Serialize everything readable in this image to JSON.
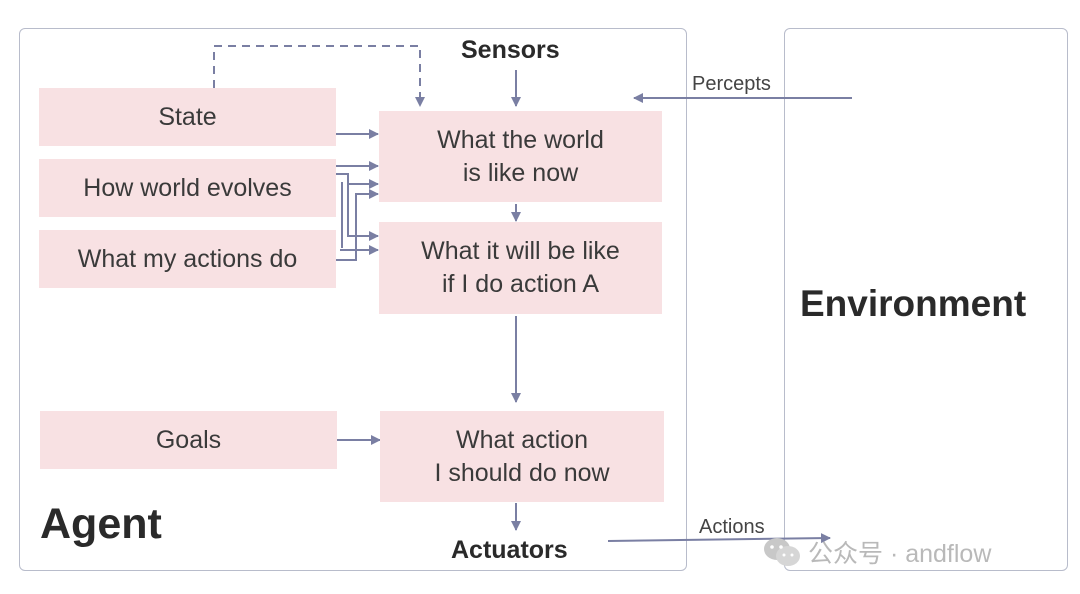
{
  "agent": {
    "title": "Agent",
    "sensors_label": "Sensors",
    "actuators_label": "Actuators",
    "inputs": {
      "state": "State",
      "how_world_evolves": "How world evolves",
      "what_my_actions_do": "What my actions do",
      "goals": "Goals"
    },
    "process": {
      "world_now": "What the world\nis like now",
      "world_if_action": "What it will be like\nif I do action A",
      "action_now": "What action\nI should do now"
    }
  },
  "environment": {
    "title": "Environment",
    "percepts_label": "Percepts",
    "actions_label": "Actions"
  },
  "watermark": {
    "text": "公众号 · andflow",
    "icon": "wechat-icon"
  },
  "colors": {
    "box_fill": "#f8e1e3",
    "arrow": "#7a7fa3",
    "frame_border": "#b8bccb",
    "watermark": "#b9b9b9"
  }
}
